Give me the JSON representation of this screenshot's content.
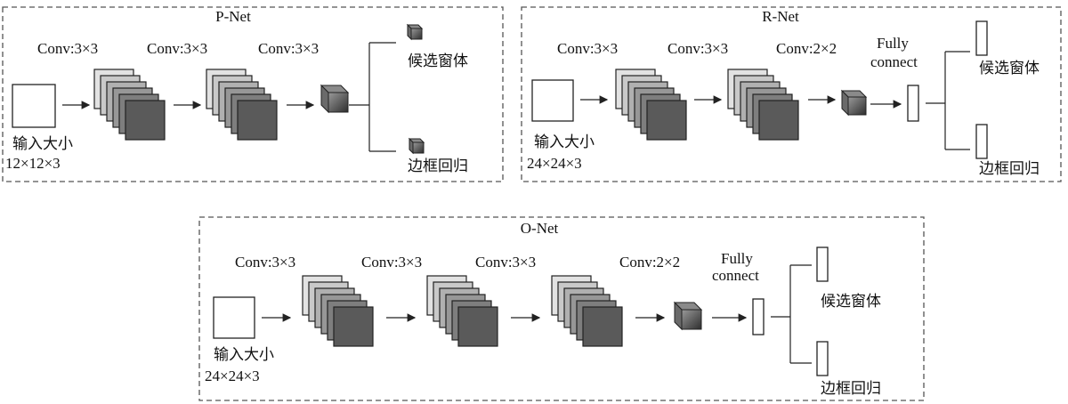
{
  "p_net": {
    "title": "P-Net",
    "input_label": "输入大小",
    "input_size": "12×12×3",
    "conv1": "Conv:3×3",
    "conv2": "Conv:3×3",
    "conv3": "Conv:3×3",
    "out_classify": "候选窗体",
    "out_bbox": "边框回归"
  },
  "r_net": {
    "title": "R-Net",
    "input_label": "输入大小",
    "input_size": "24×24×3",
    "conv1": "Conv:3×3",
    "conv2": "Conv:3×3",
    "conv3": "Conv:2×2",
    "fc_line1": "Fully",
    "fc_line2": "connect",
    "out_classify": "候选窗体",
    "out_bbox": "边框回归"
  },
  "o_net": {
    "title": "O-Net",
    "input_label": "输入大小",
    "input_size": "24×24×3",
    "conv1": "Conv:3×3",
    "conv2": "Conv:3×3",
    "conv3": "Conv:3×3",
    "conv4": "Conv:2×2",
    "fc_line1": "Fully",
    "fc_line2": "connect",
    "out_classify": "候选窗体",
    "out_bbox": "边框回归"
  },
  "colors": {
    "border": "#555555",
    "layer_light": "#d9d9d9",
    "layer_dark": "#555555",
    "cube": "#3a3a3a"
  }
}
